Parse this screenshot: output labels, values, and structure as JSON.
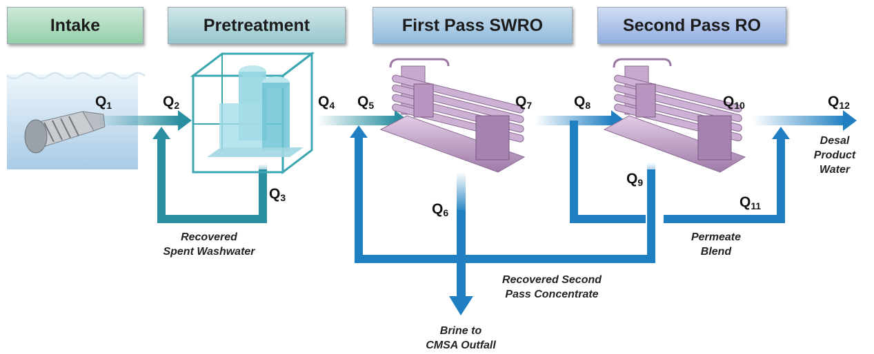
{
  "stages": {
    "intake": "Intake",
    "pretreatment": "Pretreatment",
    "first_pass": "First Pass SWRO",
    "second_pass": "Second Pass RO"
  },
  "flows": {
    "q1": {
      "base": "Q",
      "sub": "1"
    },
    "q2": {
      "base": "Q",
      "sub": "2"
    },
    "q3": {
      "base": "Q",
      "sub": "3"
    },
    "q4": {
      "base": "Q",
      "sub": "4"
    },
    "q5": {
      "base": "Q",
      "sub": "5"
    },
    "q6": {
      "base": "Q",
      "sub": "6"
    },
    "q7": {
      "base": "Q",
      "sub": "7"
    },
    "q8": {
      "base": "Q",
      "sub": "8"
    },
    "q9": {
      "base": "Q",
      "sub": "9"
    },
    "q10": {
      "base": "Q",
      "sub": "10"
    },
    "q11": {
      "base": "Q",
      "sub": "11"
    },
    "q12": {
      "base": "Q",
      "sub": "12"
    }
  },
  "notes": {
    "washwater_line1": "Recovered",
    "washwater_line2": "Spent Washwater",
    "concentrate_line1": "Recovered Second",
    "concentrate_line2": "Pass Concentrate",
    "brine_line1": "Brine to",
    "brine_line2": "CMSA Outfall",
    "blend_line1": "Permeate",
    "blend_line2": "Blend",
    "product_line1": "Desal",
    "product_line2": "Product",
    "product_line3": "Water"
  },
  "colors": {
    "pipe_blue": "#1f7fc1",
    "pipe_teal": "#2a8fa0",
    "skid_purple": "#b08cb8",
    "filter_teal": "#3aa6b0"
  },
  "icons": [
    "intake-screen-icon",
    "pretreatment-filter-icon",
    "ro-skid-icon"
  ]
}
